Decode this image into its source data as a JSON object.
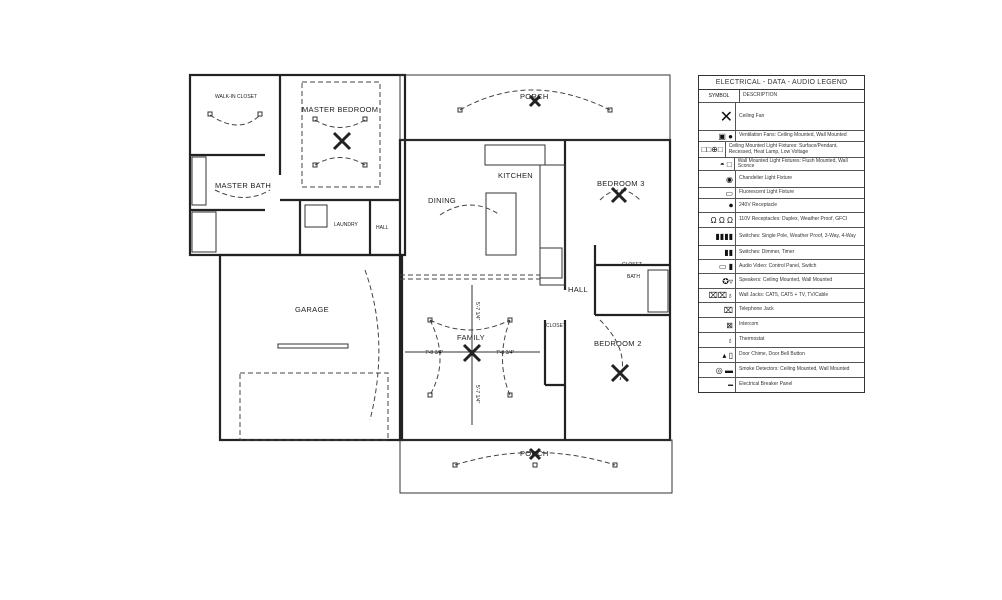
{
  "rooms": {
    "walk_in_closet": "WALK-IN CLOSET",
    "master_bedroom": "MASTER BEDROOM",
    "master_bath": "MASTER BATH",
    "laundry": "LAUNDRY",
    "hall_1": "HALL",
    "dining": "DINING",
    "kitchen": "KITCHEN",
    "porch_top": "PORCH",
    "bedroom_3": "BEDROOM 3",
    "closet_1": "CLOSET",
    "bath": "BATH",
    "hall_2": "HALL",
    "closet_2": "CLOSET",
    "garage": "GARAGE",
    "family": "FAMILY",
    "bedroom_2": "BEDROOM 2",
    "porch_bottom": "PORCH"
  },
  "dimensions": {
    "family_left": "7'-8 3/4\"",
    "family_right": "7'-8 3/4\"",
    "family_top": "5'-7 1/4\"",
    "family_bottom": "5'-7 1/4\""
  },
  "legend": {
    "title": "ELECTRICAL - DATA - AUDIO LEGEND",
    "header_symbol": "SYMBOL",
    "header_description": "DESCRIPTION",
    "items": [
      {
        "icon": "ceiling-fan-icon",
        "glyph": "✕",
        "description": "Ceiling Fan"
      },
      {
        "icon": "ventilation-fan-icon",
        "glyph": "▣ ●",
        "description": "Ventilation Fans: Ceiling Mounted, Wall Mounted"
      },
      {
        "icon": "ceiling-light-icon",
        "glyph": "□□⊕□",
        "description": "Ceiling Mounted Light Fixtures: Surface/Pendant, Recessed, Heat Lamp, Low Voltage"
      },
      {
        "icon": "wall-light-icon",
        "glyph": "◓ □",
        "description": "Wall Mounted Light Fixtures: Flush Mounted, Wall Sconce"
      },
      {
        "icon": "chandelier-icon",
        "glyph": "◉",
        "description": "Chandelier Light Fixture"
      },
      {
        "icon": "fluorescent-light-icon",
        "glyph": "▭",
        "description": "Fluorescent Light Fixture"
      },
      {
        "icon": "receptacle-240v-icon",
        "glyph": "⏺",
        "description": "240V Receptacle"
      },
      {
        "icon": "receptacle-110v-icon",
        "glyph": "Ω Ω Ω",
        "description": "110V Receptacles: Duplex, Weather Proof, GFCI"
      },
      {
        "icon": "switch-icon",
        "glyph": "▮▮▮▮",
        "description": "Switches: Single Pole, Weather Proof, 3-Way, 4-Way"
      },
      {
        "icon": "dimmer-switch-icon",
        "glyph": "▮▮",
        "description": "Switches: Dimmer, Timer"
      },
      {
        "icon": "audio-video-panel-icon",
        "glyph": "▭ ▮",
        "description": "Audio Video: Control Panel, Switch"
      },
      {
        "icon": "speaker-icon",
        "glyph": "✪▿",
        "description": "Speakers: Ceiling Mounted, Wall Mounted"
      },
      {
        "icon": "wall-jack-icon",
        "glyph": "⌧⌧♁",
        "description": "Wall Jacks: CAT5, CAT5 + TV, TV/Cable"
      },
      {
        "icon": "telephone-jack-icon",
        "glyph": "⌧",
        "description": "Telephone Jack"
      },
      {
        "icon": "intercom-icon",
        "glyph": "⊠",
        "description": "Intercom"
      },
      {
        "icon": "thermostat-icon",
        "glyph": "♁",
        "description": "Thermostat"
      },
      {
        "icon": "door-chime-icon",
        "glyph": "▴ ▯",
        "description": "Door Chime, Door Bell Button"
      },
      {
        "icon": "smoke-detector-icon",
        "glyph": "◎ ▬",
        "description": "Smoke Detectors: Ceiling Mounted, Wall Mounted"
      },
      {
        "icon": "breaker-panel-icon",
        "glyph": "━",
        "description": "Electrical Breaker Panel"
      }
    ]
  }
}
